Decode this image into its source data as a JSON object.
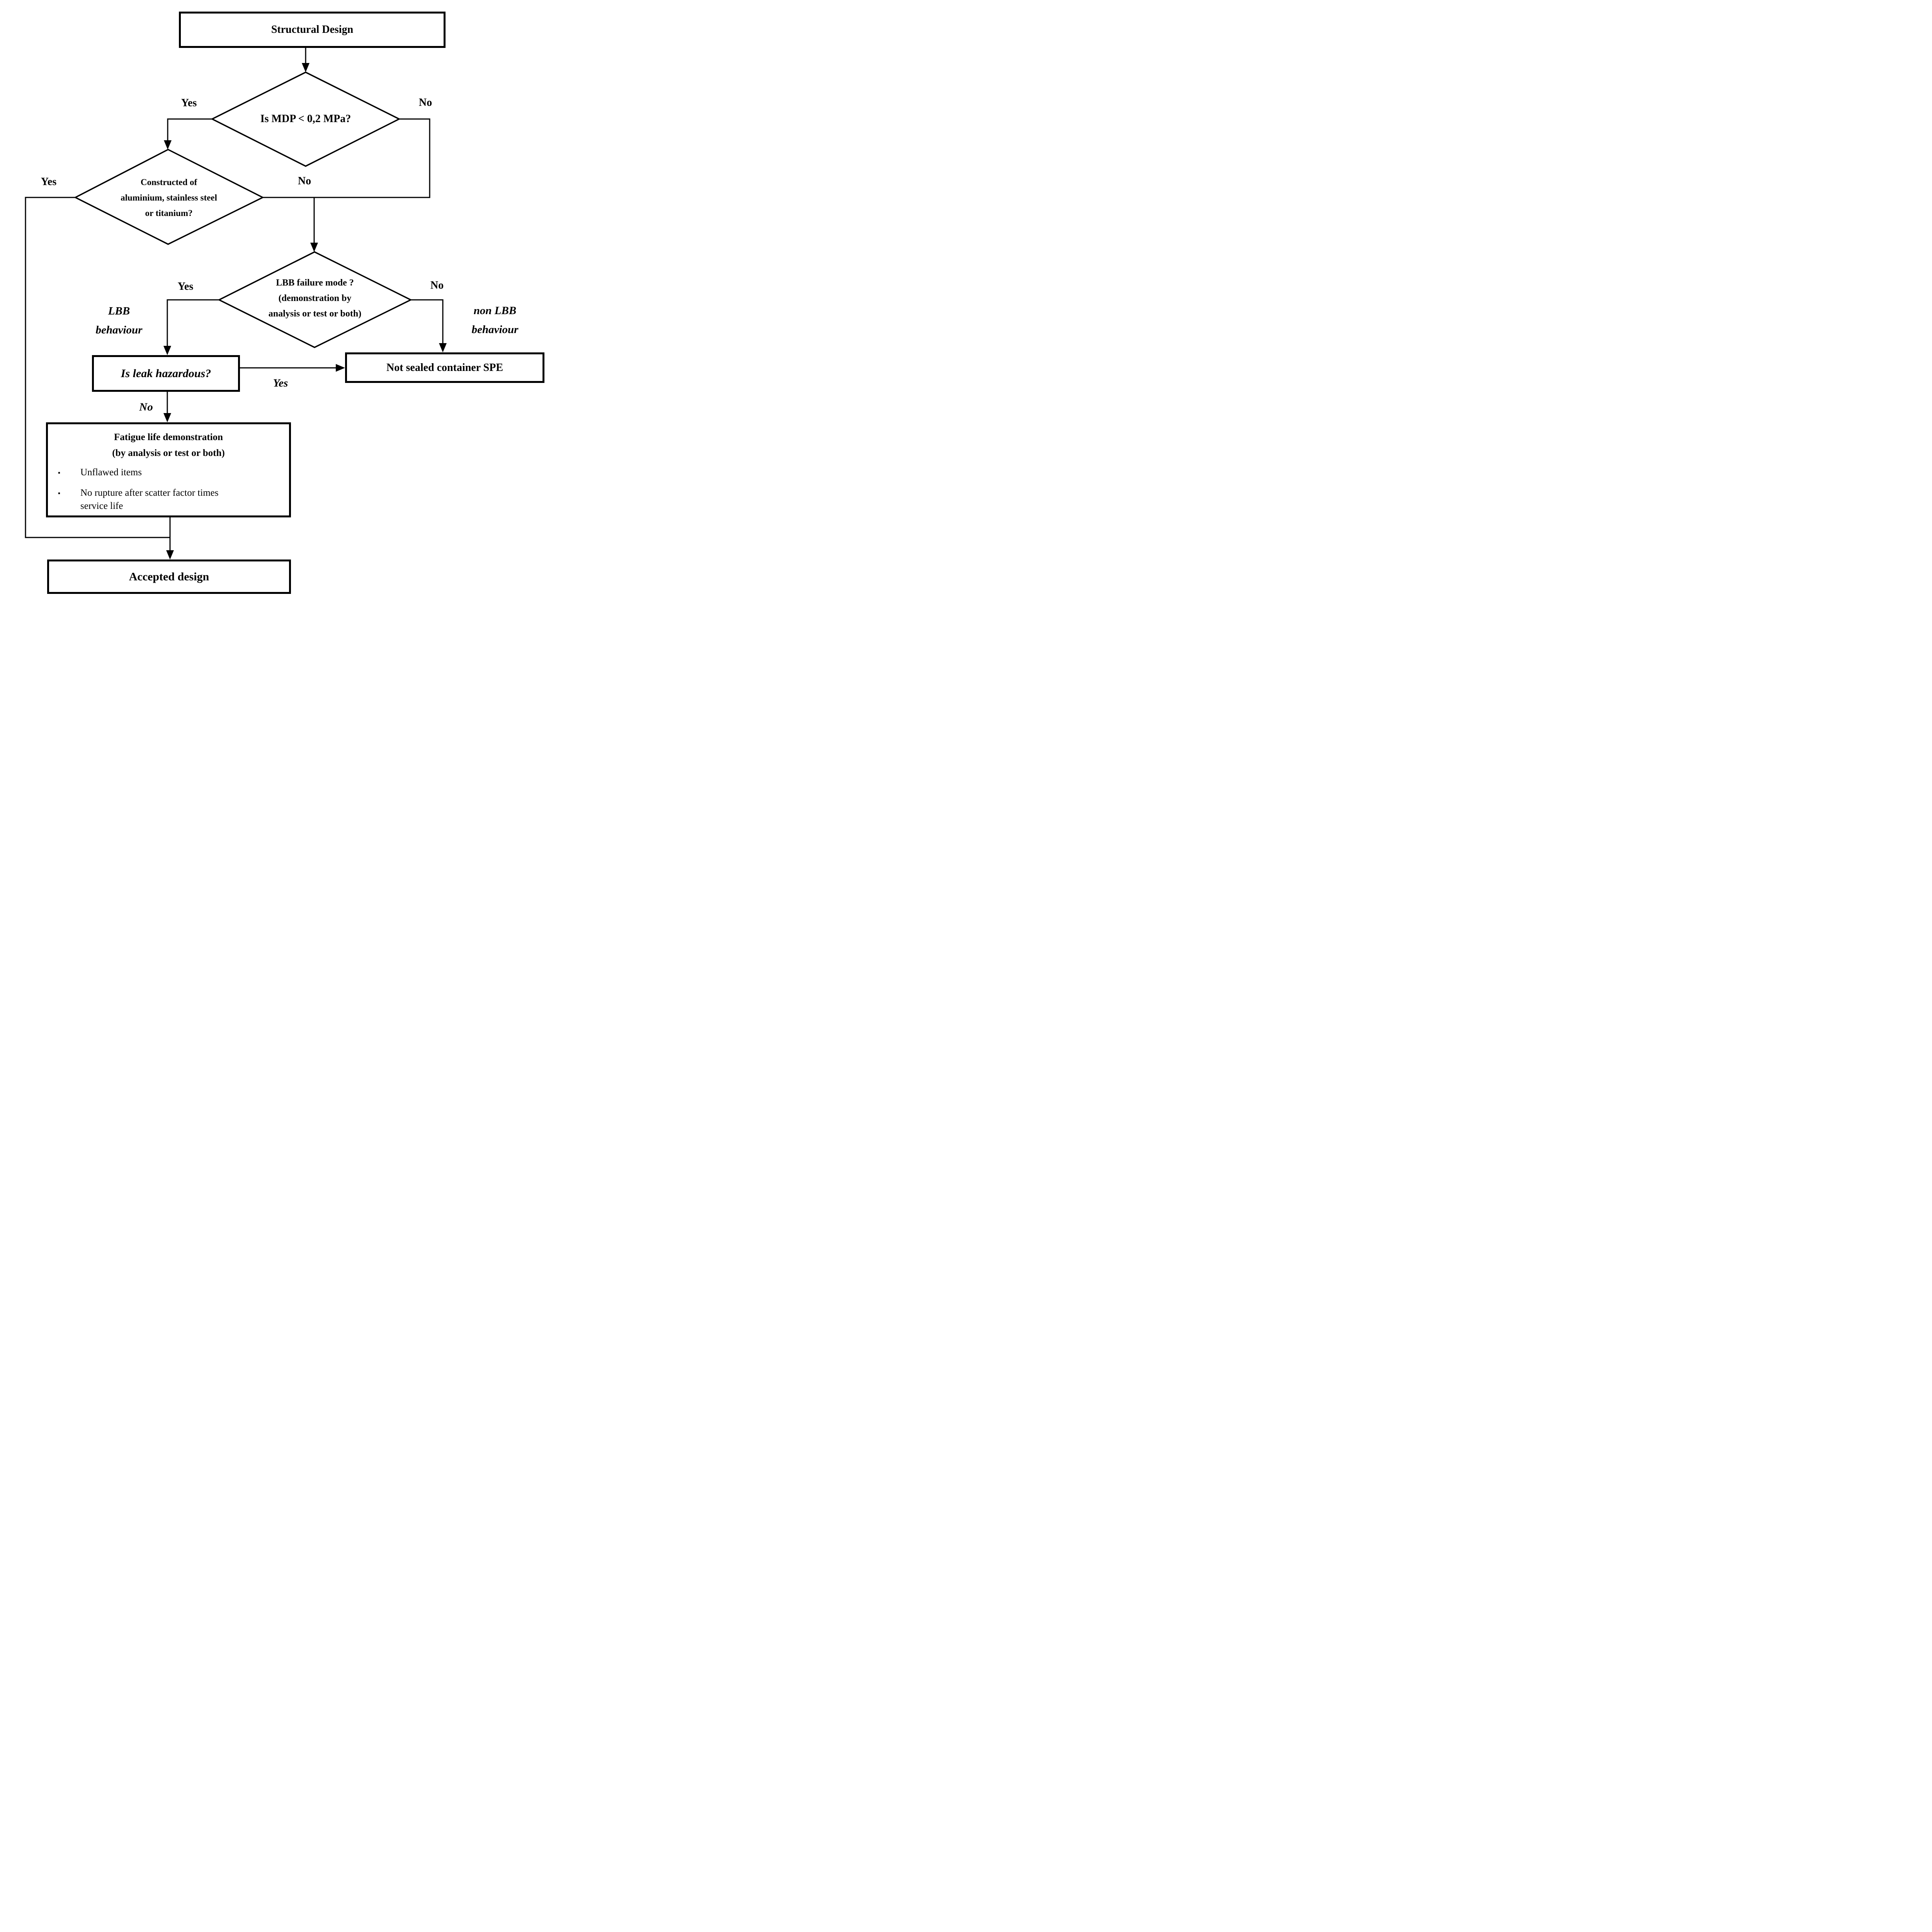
{
  "flowchart": {
    "nodes": {
      "start": {
        "label": "Structural Design"
      },
      "mdp_decision": {
        "label": "Is MDP < 0,2 MPa?"
      },
      "material_decision": {
        "lines": [
          "Constructed of",
          "aluminium, stainless steel",
          "or titanium?"
        ]
      },
      "lbb_decision": {
        "lines": [
          "LBB failure mode ?",
          "(demonstration by",
          "analysis or test or both)"
        ]
      },
      "leak_decision": {
        "label": "Is leak hazardous?"
      },
      "not_sealed": {
        "label": "Not sealed container SPE"
      },
      "fatigue": {
        "title_lines": [
          "Fatigue life demonstration",
          "(by analysis or test or both)"
        ],
        "bullet1": "Unflawed items",
        "bullet2_line1": "No rupture after scatter factor times",
        "bullet2_line2": "service life"
      },
      "accepted": {
        "label": "Accepted design"
      }
    },
    "edge_labels": {
      "mdp_yes": "Yes",
      "mdp_no": "No",
      "material_yes": "Yes",
      "material_no": "No",
      "lbb_yes": "Yes",
      "lbb_no": "No",
      "lbb_behaviour_line1": "LBB",
      "lbb_behaviour_line2": "behaviour",
      "non_lbb_behaviour_line1": "non LBB",
      "non_lbb_behaviour_line2": "behaviour",
      "leak_yes": "Yes",
      "leak_no": "No"
    },
    "bullet_glyph": "▪",
    "colors": {
      "stroke": "#000000",
      "background": "#ffffff",
      "text": "#000000"
    }
  }
}
